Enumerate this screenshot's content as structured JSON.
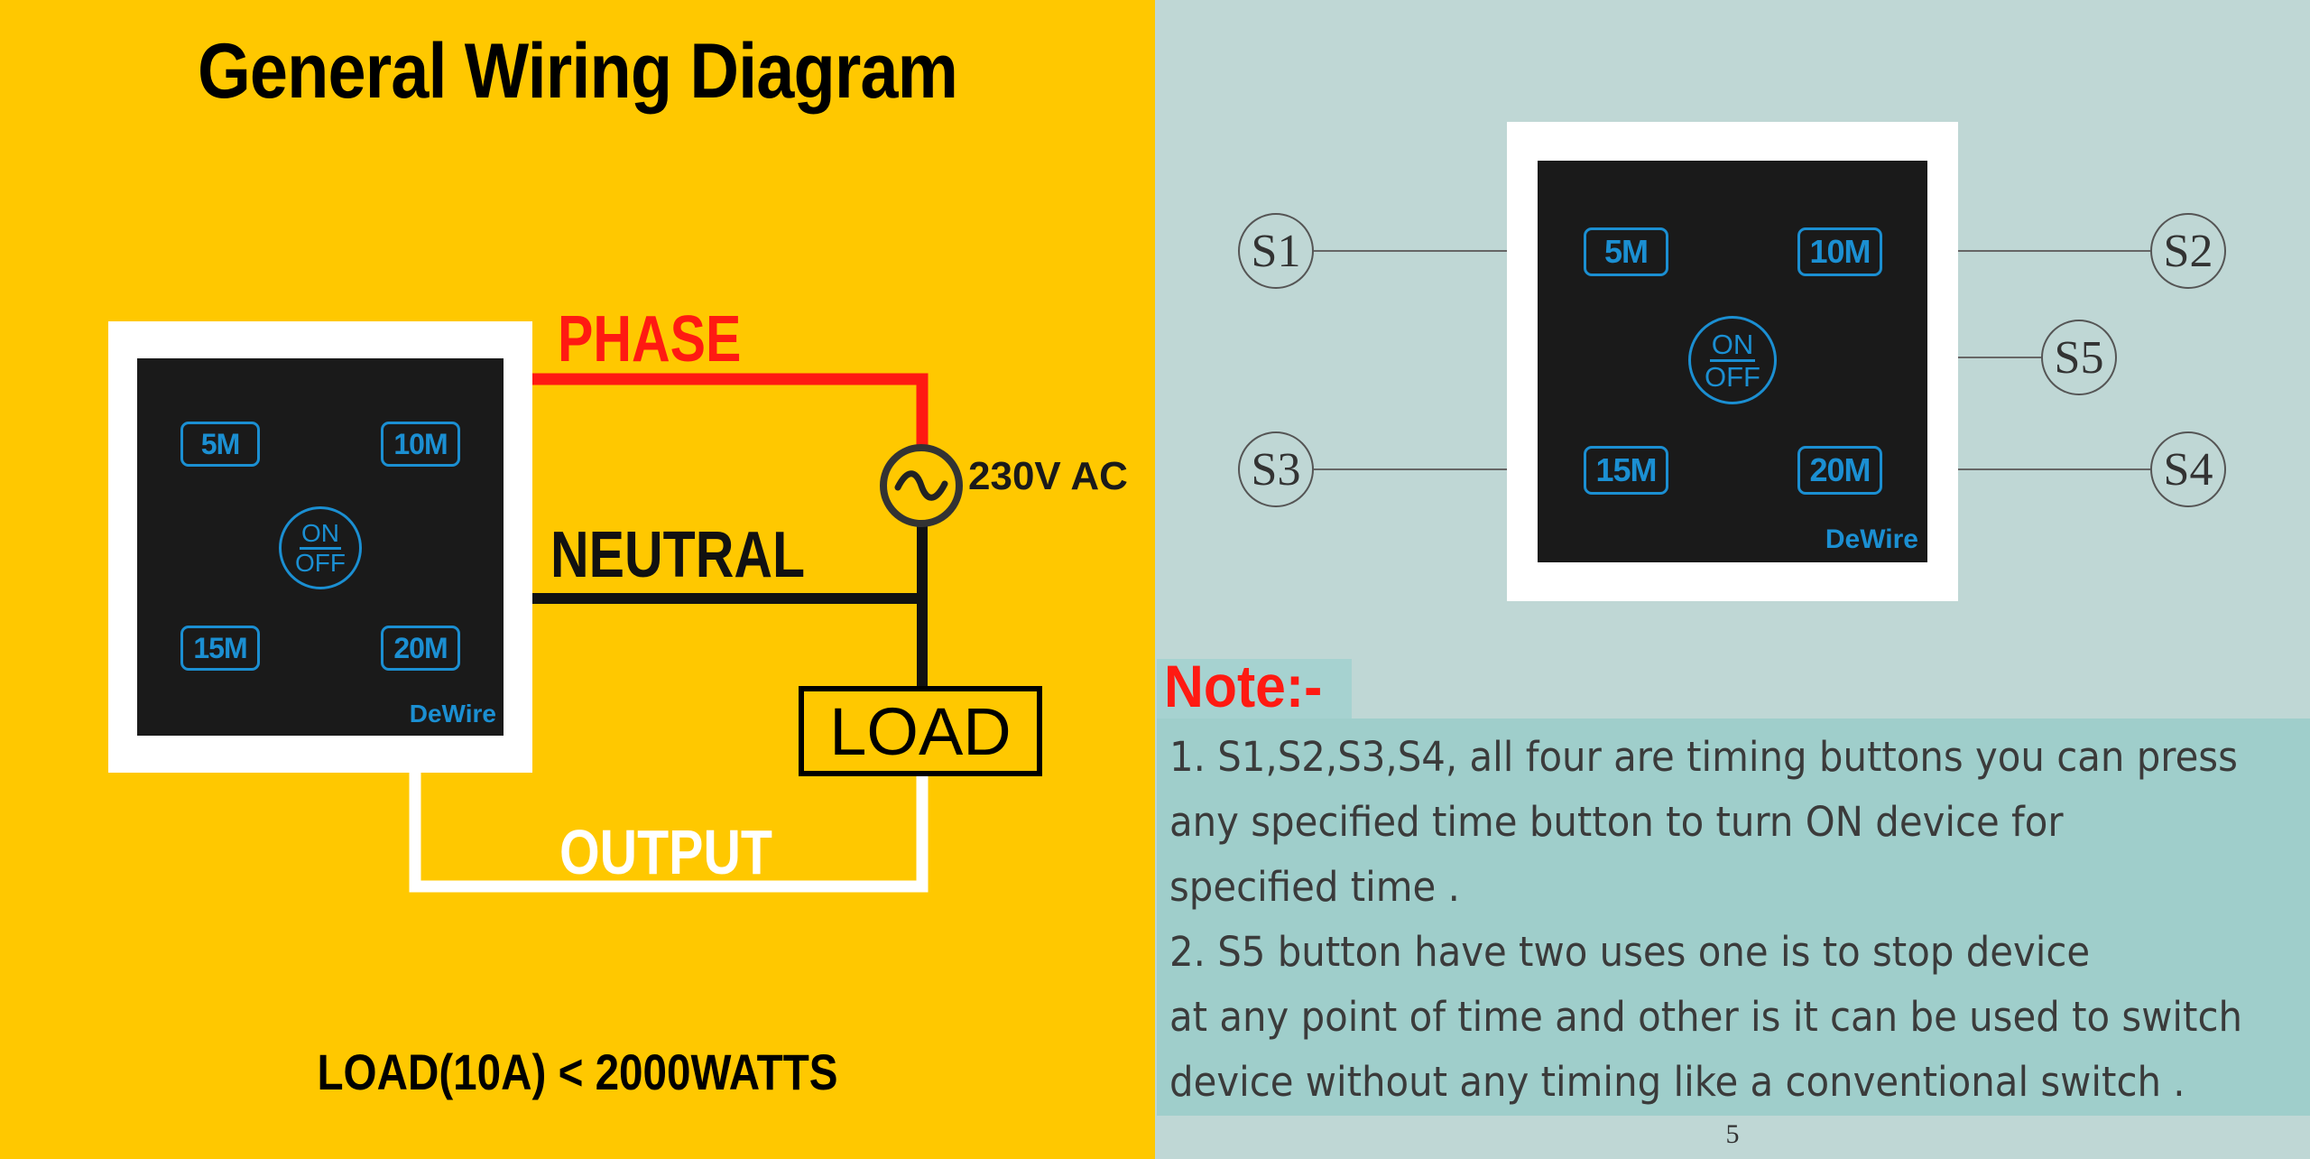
{
  "left_panel": {
    "title": "General Wiring Diagram",
    "labels": {
      "phase": "PHASE",
      "neutral": "NEUTRAL",
      "output": "OUTPUT",
      "ac": "230V AC",
      "load": "LOAD"
    },
    "load_spec": "LOAD(10A) < 2000WATTS",
    "colors": {
      "background": "#ffc800",
      "phase_wire": "#ff1a12",
      "neutral_wire": "#111111",
      "output_wire": "#ffffff"
    }
  },
  "switch_plate": {
    "buttons": {
      "b5": "5M",
      "b10": "10M",
      "b15": "15M",
      "b20": "20M"
    },
    "on": "ON",
    "off": "OFF",
    "brand": "DeWire",
    "accent": "#1b8fd2"
  },
  "callouts": {
    "s1": "S1",
    "s2": "S2",
    "s3": "S3",
    "s4": "S4",
    "s5": "S5"
  },
  "note": {
    "title": "Note:-",
    "lines": [
      "1. S1,S2,S3,S4,  all four are timing buttons you can press",
      "any specified time button to turn ON device for",
      "specified  time .",
      "2. S5 button have two uses one is to stop device",
      "at any point of time and other is it can be used to switch",
      "device without any timing like a conventional switch ."
    ]
  },
  "page_number": "5"
}
